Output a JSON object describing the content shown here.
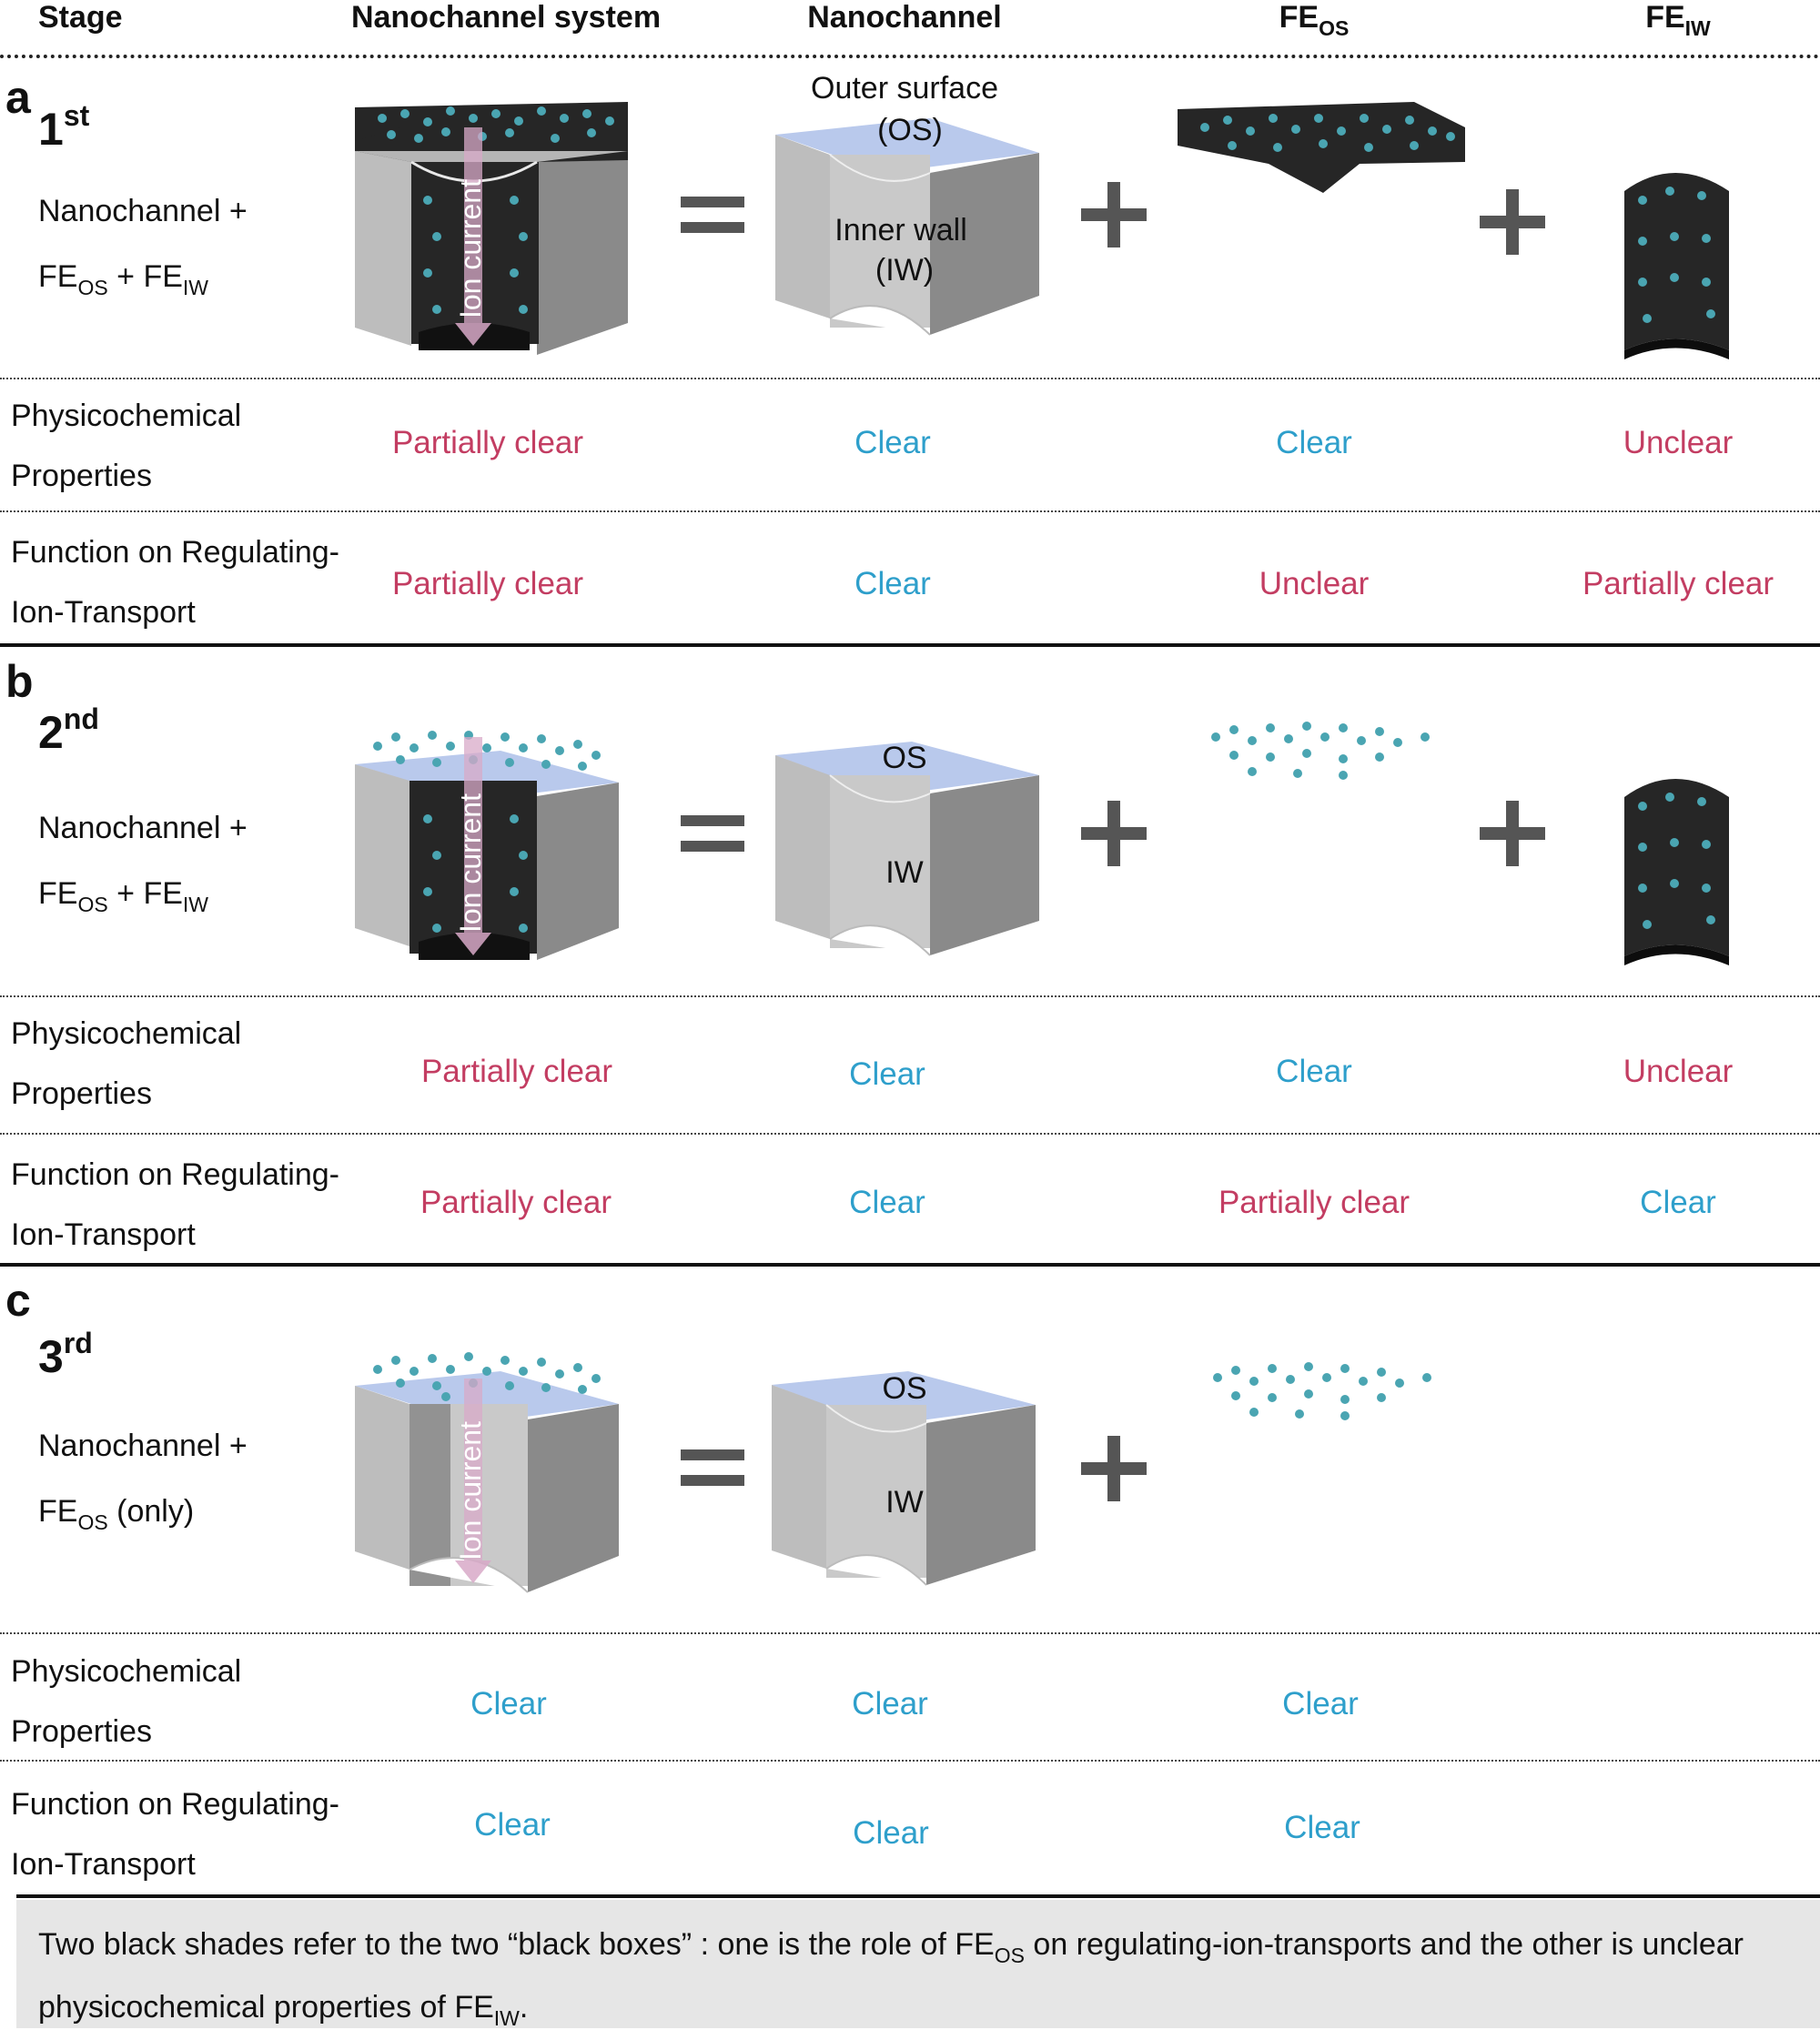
{
  "header": {
    "stage": "Stage",
    "system": "Nanochannel system",
    "nanochannel": "Nanochannel",
    "fe": "FE",
    "os_sub": "OS",
    "iw_sub": "IW"
  },
  "figure_labels": {
    "outer_surface": "Outer surface",
    "os_paren": "(OS)",
    "inner_wall": "Inner wall",
    "iw_paren": "(IW)",
    "os": "OS",
    "iw": "IW",
    "ion_current": "Ion current",
    "equals": "=",
    "plus": "+"
  },
  "row_labels": {
    "phys_line1": "Physicochemical",
    "phys_line2": "Properties",
    "func_line1": "Function on Regulating-",
    "func_line2": "Ion-Transport"
  },
  "sections": [
    {
      "letter": "a",
      "stage_num": "1",
      "stage_sup": "st",
      "comp_line1": "Nanochannel +",
      "comp_fe1": "FE",
      "comp_sub1": "OS",
      "comp_plus": " + ",
      "comp_fe2": "FE",
      "comp_sub2": "IW",
      "comp_tail": "",
      "physico": [
        "Partially clear",
        "Clear",
        "Clear",
        "Unclear"
      ],
      "function": [
        "Partially clear",
        "Clear",
        "Unclear",
        "Partially clear"
      ]
    },
    {
      "letter": "b",
      "stage_num": "2",
      "stage_sup": "nd",
      "comp_line1": "Nanochannel +",
      "comp_fe1": "FE",
      "comp_sub1": "OS",
      "comp_plus": " + ",
      "comp_fe2": "FE",
      "comp_sub2": "IW",
      "comp_tail": "",
      "physico": [
        "Partially clear",
        "Clear",
        "Clear",
        "Unclear"
      ],
      "function": [
        "Partially clear",
        "Clear",
        "Partially clear",
        "Clear"
      ]
    },
    {
      "letter": "c",
      "stage_num": "3",
      "stage_sup": "rd",
      "comp_line1": "Nanochannel +",
      "comp_fe1": "FE",
      "comp_sub1": "OS",
      "comp_plus": "",
      "comp_fe2": "",
      "comp_sub2": "",
      "comp_tail": " (only)",
      "physico": [
        "Clear",
        "Clear",
        "Clear"
      ],
      "function": [
        "Clear",
        "Clear",
        "Clear"
      ]
    }
  ],
  "note": {
    "part1": "Two black shades refer to the two “black boxes” : one is the role of FE",
    "sub1": "OS",
    "part2": " on regulating-ion-transports and the other is unclear physicochemical properties of FE",
    "sub2": "IW",
    "part3": "."
  },
  "colors": {
    "clear": "#2e9fcb",
    "unclear": "#c33d62",
    "os_face": "#b9c9ec",
    "molecule": "#3f9aa6",
    "dark_fe": "#2a2a2a"
  }
}
